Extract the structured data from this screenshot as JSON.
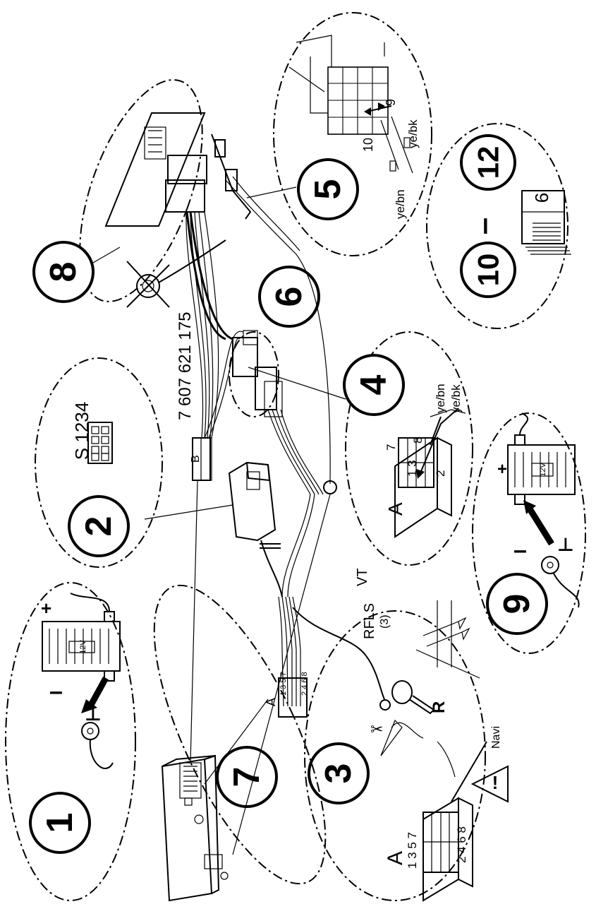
{
  "steps": {
    "s1": "1",
    "s2": "2",
    "s3": "3",
    "s4": "4",
    "s5": "5",
    "s6": "6",
    "s7": "7",
    "s8": "8",
    "s9": "9",
    "s10_start": "10",
    "s10_end": "12",
    "s10_dash": "–"
  },
  "part_number": "7 607 621 175",
  "labels": {
    "s_switch": "S 1234",
    "connector_a": "A",
    "connector_b": "B",
    "pins_odd": "1 3 5 7",
    "pins_even": "2 4 6 8",
    "pin1_3": "1 3",
    "pin7": "7",
    "pin8": "8",
    "pin2": "2",
    "pin9": "9",
    "pin10": "10",
    "ye_bn": "ye/bn",
    "ye_bk": "ye/bk",
    "rfls": "RFLS",
    "rfls_pin": "(3)",
    "vt": "VT",
    "navi": "Navi",
    "r_label": "R",
    "battery_12v": "12V",
    "plus": "+",
    "minus": "–",
    "ground": "⊥",
    "manual_page": "6"
  }
}
